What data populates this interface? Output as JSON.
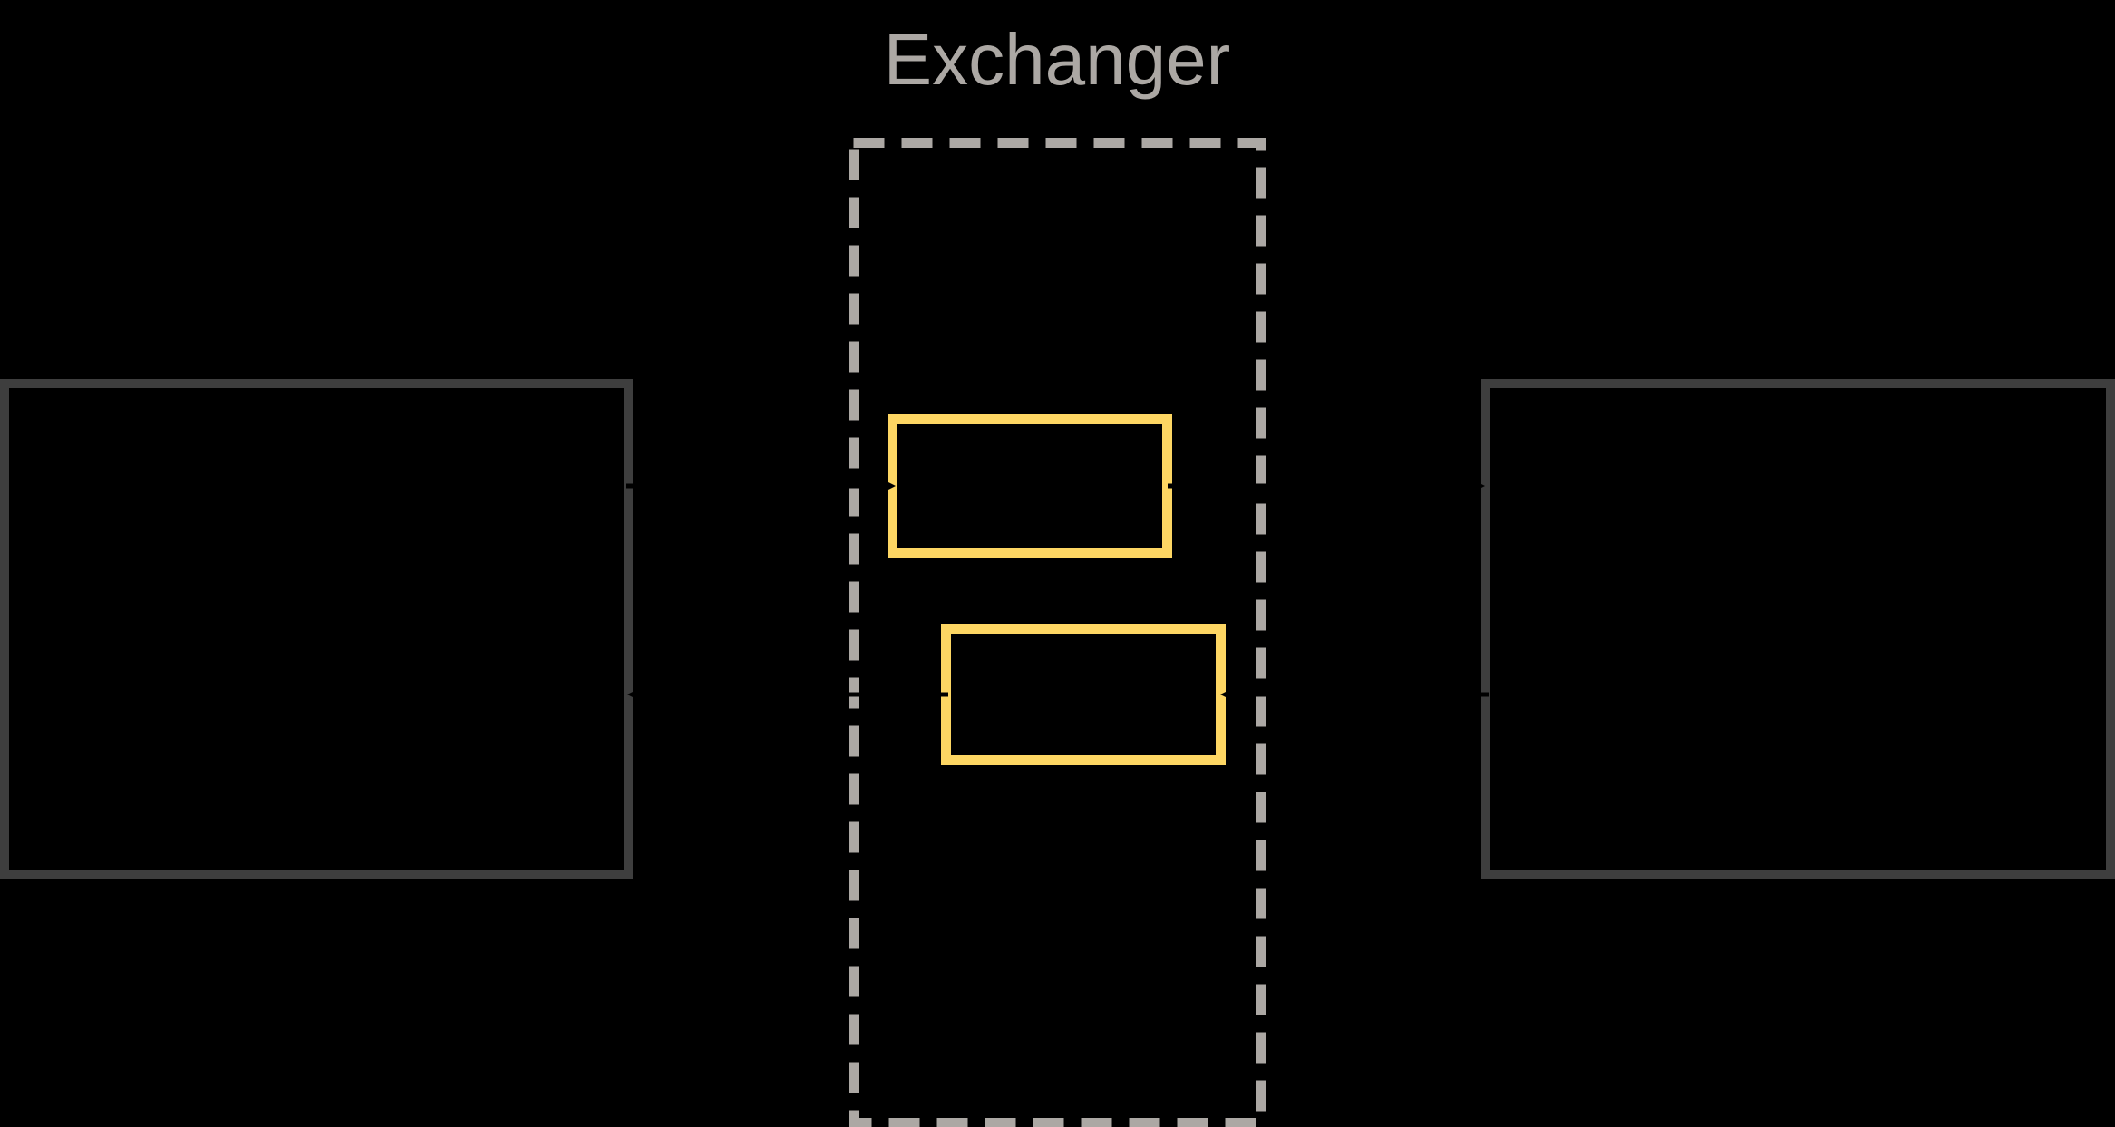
{
  "title": {
    "text": "Exchanger"
  },
  "colors": {
    "background": "#000000",
    "title": "#aca8a4",
    "dashed_border": "#aca8a4",
    "solid_box_border": "#3e3e3e",
    "inner_box_border": "#fdd663",
    "arrow": "#000000"
  },
  "nodes": [
    {
      "id": "left-endpoint-box",
      "shape": "rectangle",
      "border": "solid",
      "label": ""
    },
    {
      "id": "exchanger-container-box",
      "shape": "rectangle",
      "border": "dashed",
      "label": ""
    },
    {
      "id": "exchanger-inner-box-top",
      "shape": "rectangle",
      "border": "solid-yellow",
      "label": ""
    },
    {
      "id": "exchanger-inner-box-bottom",
      "shape": "rectangle",
      "border": "solid-yellow",
      "label": ""
    },
    {
      "id": "right-endpoint-box",
      "shape": "rectangle",
      "border": "solid",
      "label": ""
    }
  ],
  "edges": [
    {
      "from": "left-endpoint-box",
      "to": "exchanger-inner-box-top",
      "direction": "right"
    },
    {
      "from": "exchanger-inner-box-top",
      "to": "right-endpoint-box",
      "direction": "right"
    },
    {
      "from": "right-endpoint-box",
      "to": "exchanger-inner-box-bottom",
      "direction": "left"
    },
    {
      "from": "exchanger-inner-box-bottom",
      "to": "left-endpoint-box",
      "direction": "left"
    }
  ]
}
